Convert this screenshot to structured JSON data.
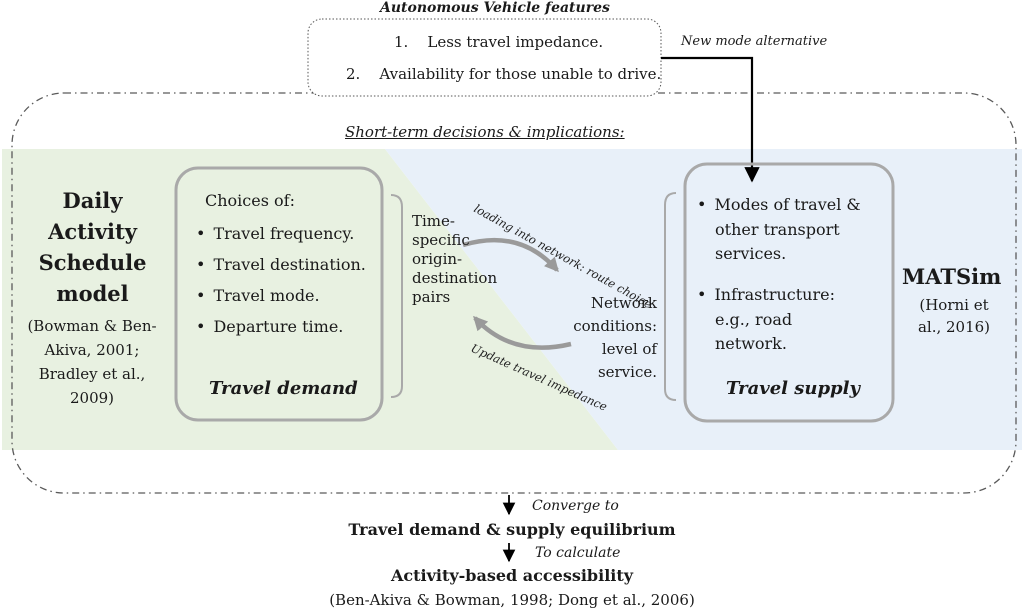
{
  "av_features": {
    "title": "Autonomous Vehicle features",
    "items": [
      "1.    Less travel impedance.",
      "2.    Availability for those unable to drive."
    ],
    "arrow_label": "New mode alternative"
  },
  "short_term_label": "Short-term decisions & implications:",
  "daily_activity": {
    "title_lines": [
      "Daily",
      "Activity",
      "Schedule",
      "model"
    ],
    "citation_lines": [
      "(Bowman & Ben-",
      "Akiva, 2001;",
      "Bradley et al.,",
      "2009)"
    ]
  },
  "travel_demand": {
    "heading": "Choices of:",
    "items": [
      "Travel frequency.",
      "Travel destination.",
      "Travel mode.",
      "Departure time."
    ],
    "label": "Travel demand"
  },
  "od_pairs": {
    "lines": [
      "Time-",
      "specific",
      "origin-",
      "destination",
      "pairs"
    ]
  },
  "loading_label": "loading into network: route choice",
  "update_label": "Update travel impedance",
  "network_conditions": {
    "lines": [
      "Network",
      "conditions:",
      "level of",
      "service."
    ]
  },
  "travel_supply": {
    "items": [
      [
        "Modes of travel &",
        "other transport",
        "services."
      ],
      [
        "Infrastructure:",
        "e.g., road",
        "network."
      ]
    ],
    "label": "Travel supply"
  },
  "matsim": {
    "title": "MATSim",
    "citation_lines": [
      "(Horni et",
      "al., 2016)"
    ]
  },
  "bottom": {
    "converge_label": "Converge to",
    "equilibrium": "Travel demand & supply equilibrium",
    "calculate_label": "To calculate",
    "accessibility": "Activity-based accessibility",
    "citation": "(Ben-Akiva & Bowman, 1998; Dong et al., 2006)"
  },
  "colors": {
    "green_panel": "#e8f1e1",
    "blue_panel": "#e8f0f9",
    "box_border": "#a9a9a9",
    "dash_border": "#5a5a5a"
  }
}
